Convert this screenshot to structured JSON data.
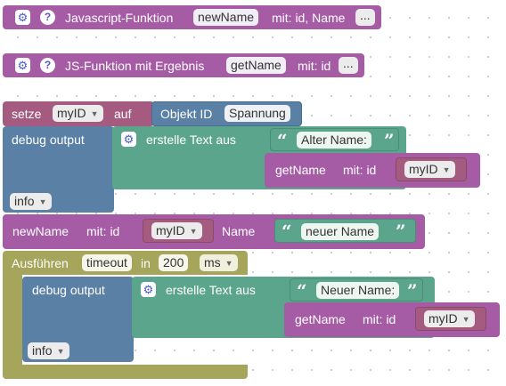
{
  "func1": {
    "label": "Javascript-Funktion",
    "name": "newName",
    "params": "mit: id, Name",
    "more": "..."
  },
  "func2": {
    "label": "JS-Funktion mit Ergebnis",
    "name": "getName",
    "params": "mit: id",
    "more": "..."
  },
  "set": {
    "label": "setze",
    "var": "myID",
    "to": "auf",
    "obj_label": "Objekt ID",
    "obj_value": "Spannung"
  },
  "debug1": {
    "label": "debug output",
    "create_text": "erstelle Text aus",
    "str": "Alter Name:",
    "call": "getName",
    "call_params": "mit:  id",
    "arg": "myID",
    "level": "info"
  },
  "call_new": {
    "name": "newName",
    "params": "mit:  id",
    "arg": "myID",
    "name_label": "Name",
    "str": "neuer Name"
  },
  "timeout": {
    "label": "Ausführen",
    "var": "timeout",
    "in": "in",
    "value": "200",
    "unit": "ms"
  },
  "debug2": {
    "label": "debug output",
    "create_text": "erstelle Text aus",
    "str": "Neuer Name:",
    "call": "getName",
    "call_params": "mit:  id",
    "arg": "myID",
    "level": "info"
  },
  "colors": {
    "procedure": "#a55ca5",
    "variable": "#a55b80",
    "object": "#5b80a5",
    "debug": "#5b80a5",
    "text": "#5ba58c",
    "timeout": "#a5a55b"
  },
  "icons": {
    "gear": "gear-icon",
    "help": "help-icon",
    "quote": "quote-icon"
  }
}
